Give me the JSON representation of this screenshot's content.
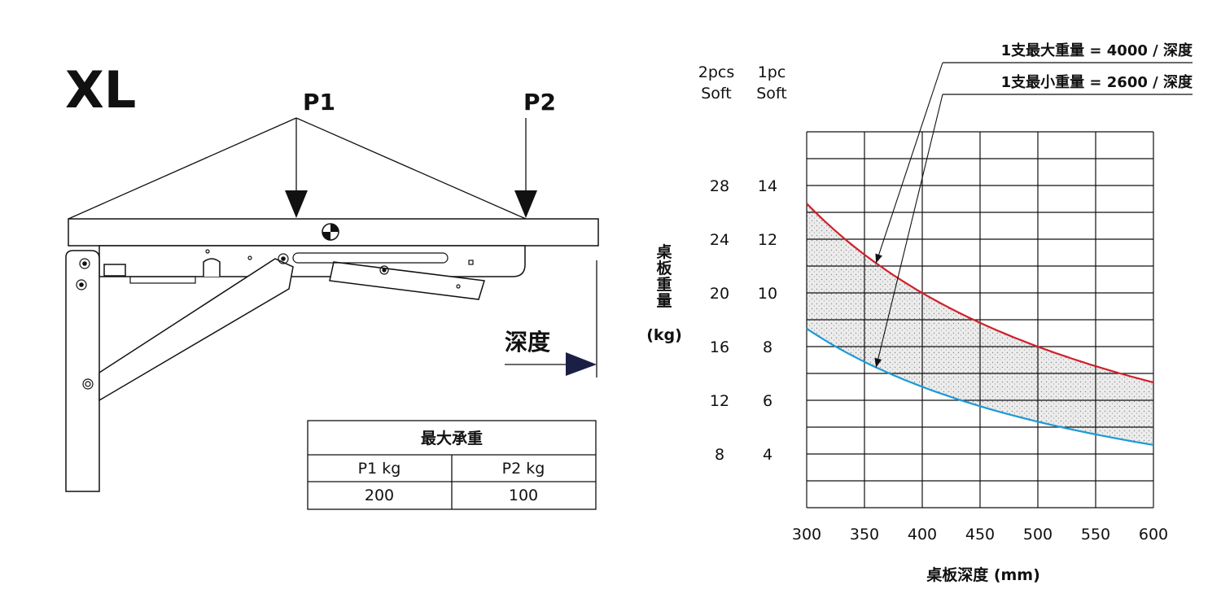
{
  "model_label": "XL",
  "labels": {
    "p1": "P1",
    "p2": "P2",
    "depth": "深度"
  },
  "load_table": {
    "title": "最大承重",
    "headers": [
      "P1 kg",
      "P2 kg"
    ],
    "values": [
      "200",
      "100"
    ]
  },
  "colors": {
    "max_curve": "#d0202a",
    "min_curve": "#1a9ad8",
    "arrow_fill": "#1c1f45",
    "grid": "#111111"
  },
  "chart_data": {
    "type": "line",
    "title": "",
    "xlabel": "桌板深度 (mm)",
    "ylabel": "桌板重量 (kg)",
    "xlim": [
      300,
      600
    ],
    "ylim": [
      2,
      16
    ],
    "x_ticks": [
      300,
      350,
      400,
      450,
      500,
      550,
      600
    ],
    "y_axes": [
      {
        "header": [
          "2pcs",
          "Soft"
        ],
        "ticks": [
          8,
          12,
          16,
          20,
          24,
          28
        ]
      },
      {
        "header": [
          "1pc",
          "Soft"
        ],
        "ticks": [
          4,
          6,
          8,
          10,
          12,
          14
        ]
      }
    ],
    "grid": true,
    "shade_between_series": true,
    "series": [
      {
        "name": "1支最大重量 = 4000 / 深度",
        "x": [
          300,
          350,
          400,
          450,
          500,
          550,
          600
        ],
        "y": [
          13.33,
          11.43,
          10.0,
          8.89,
          8.0,
          7.27,
          6.67
        ]
      },
      {
        "name": "1支最小重量 = 2600 / 深度",
        "x": [
          300,
          350,
          400,
          450,
          500,
          550,
          600
        ],
        "y": [
          8.67,
          7.43,
          6.5,
          5.78,
          5.2,
          4.73,
          4.33
        ]
      }
    ]
  }
}
